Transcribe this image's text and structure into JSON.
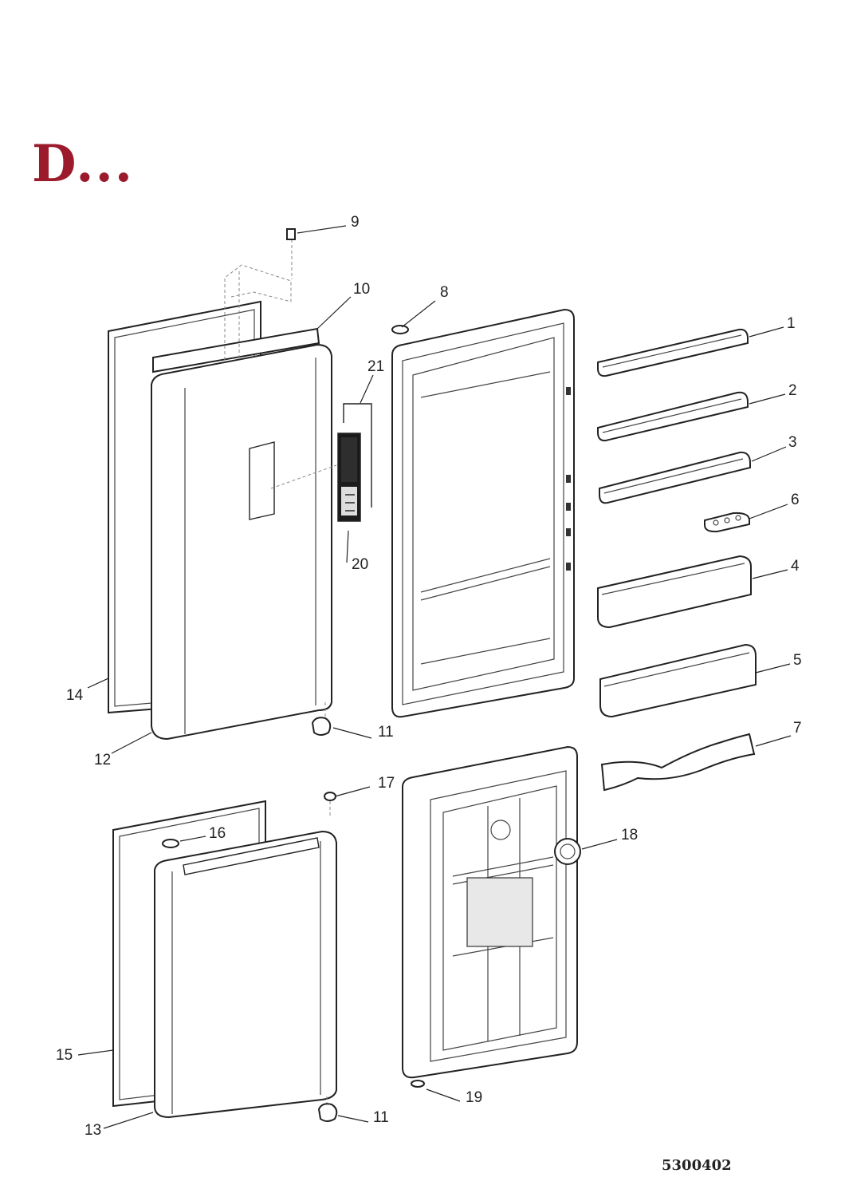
{
  "header": {
    "title": "D...",
    "title_color": "#9b1b2c"
  },
  "diagram": {
    "callouts": [
      "1",
      "2",
      "3",
      "4",
      "5",
      "6",
      "7",
      "8",
      "9",
      "10",
      "11",
      "11",
      "12",
      "13",
      "14",
      "15",
      "16",
      "17",
      "18",
      "19",
      "20",
      "21"
    ]
  },
  "footer": {
    "drawing_number": "5300402"
  }
}
